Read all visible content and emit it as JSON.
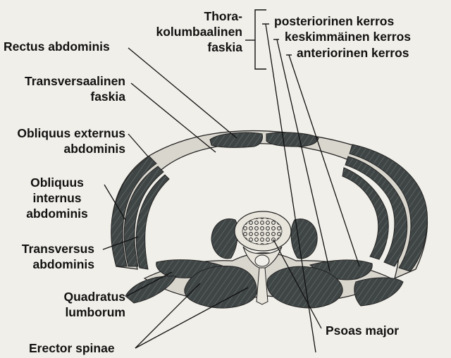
{
  "figure": {
    "colors": {
      "background": "#f1efe9",
      "muscle": "#3f4545",
      "muscle_texture": "#6b7373",
      "fascia": "#d9d6ce",
      "bone": "#e8e5dc",
      "line": "#111111"
    }
  },
  "labels": {
    "thoracolumbar_fascia": [
      "Thora-",
      "kolumbaalinen",
      "faskia"
    ],
    "posterior_layer": "posteriorinen kerros",
    "middle_layer": "keskimmäinen kerros",
    "anterior_layer": "anteriorinen kerros",
    "rectus_abdominis": "Rectus abdominis",
    "transversalis_fascia": [
      "Transversaalinen",
      "faskia"
    ],
    "obliquus_externus": [
      "Obliquus externus",
      "abdominis"
    ],
    "obliquus_internus": [
      "Obliquus",
      "internus",
      "abdominis"
    ],
    "transversus_abdominis": [
      "Transversus",
      "abdominis"
    ],
    "quadratus_lumborum": [
      "Quadratus",
      "lumborum"
    ],
    "erector_spinae": "Erector spinae",
    "psoas_major": "Psoas major"
  }
}
